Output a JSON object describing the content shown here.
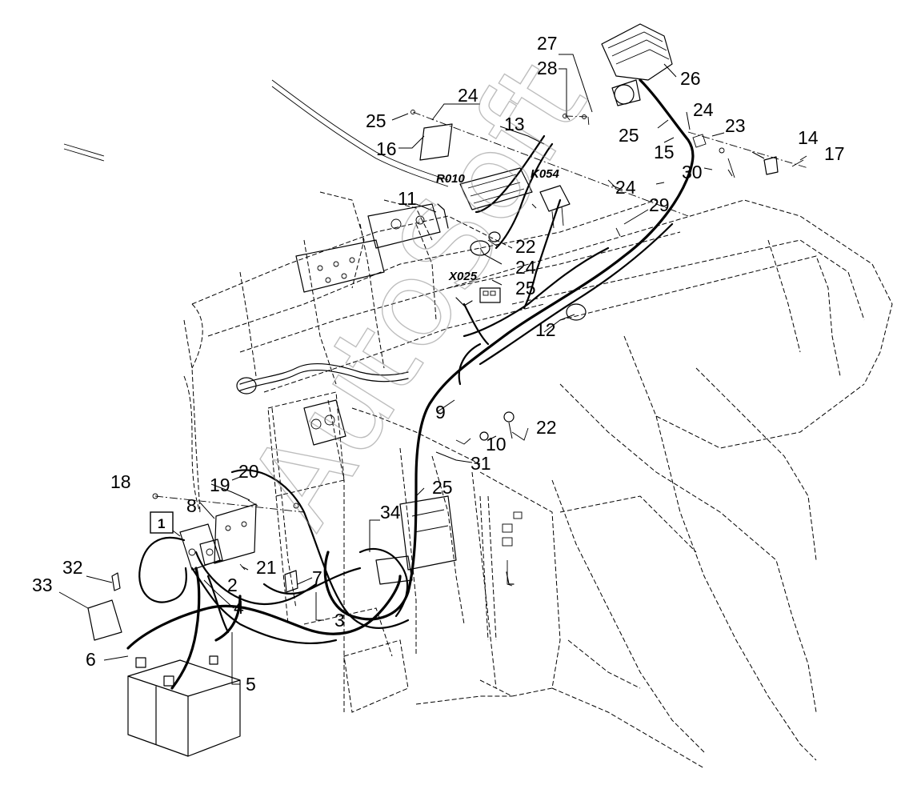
{
  "watermark": "AutoSoft",
  "component_codes": {
    "r010": "R010",
    "k054": "K054",
    "x025": "X025"
  },
  "boxed_callout": "1",
  "callouts": {
    "c2": "2",
    "c3": "3",
    "c4": "4",
    "c5": "5",
    "c6": "6",
    "c7": "7",
    "c8": "8",
    "c9": "9",
    "c10": "10",
    "c11": "11",
    "c12": "12",
    "c13": "13",
    "c14": "14",
    "c15": "15",
    "c16": "16",
    "c17": "17",
    "c18": "18",
    "c19": "19",
    "c20": "20",
    "c21": "21",
    "c22a": "22",
    "c22b": "22",
    "c23": "23",
    "c24a": "24",
    "c24b": "24",
    "c24c": "24",
    "c24d": "24",
    "c25a": "25",
    "c25b": "25",
    "c25c": "25",
    "c25d": "25",
    "c26": "26",
    "c27": "27",
    "c28": "28",
    "c29": "29",
    "c30": "30",
    "c31": "31",
    "c32": "32",
    "c33": "33",
    "c34": "34"
  }
}
